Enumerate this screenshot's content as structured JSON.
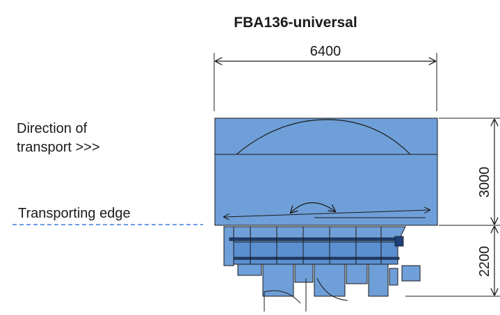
{
  "title": "FBA136-universal",
  "dimensions": {
    "width": "6400",
    "height_top": "3000",
    "height_bottom": "2200"
  },
  "labels": {
    "direction_line1": "Direction of",
    "direction_line2": "transport >>>",
    "transporting_edge": "Transporting edge"
  },
  "colors": {
    "body_blue": "#6f9fd8",
    "edge_line": "#3b7dd8",
    "outline": "#1a1a1a"
  }
}
